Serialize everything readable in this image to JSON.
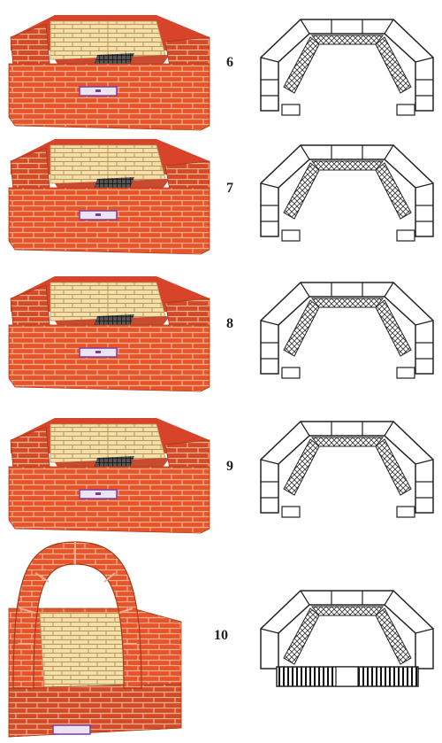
{
  "colors": {
    "brick": "#e8542a",
    "brick_dark": "#c43c1c",
    "brick_top": "#d8442a",
    "mortar": "#f3b090",
    "firebrick": "#f4e0a6",
    "firebrick_line": "#b89560",
    "grate": "#333333",
    "plan_line": "#222222"
  },
  "steps": [
    {
      "label": "6"
    },
    {
      "label": "7"
    },
    {
      "label": "8"
    },
    {
      "label": "9"
    },
    {
      "label": "10"
    }
  ]
}
